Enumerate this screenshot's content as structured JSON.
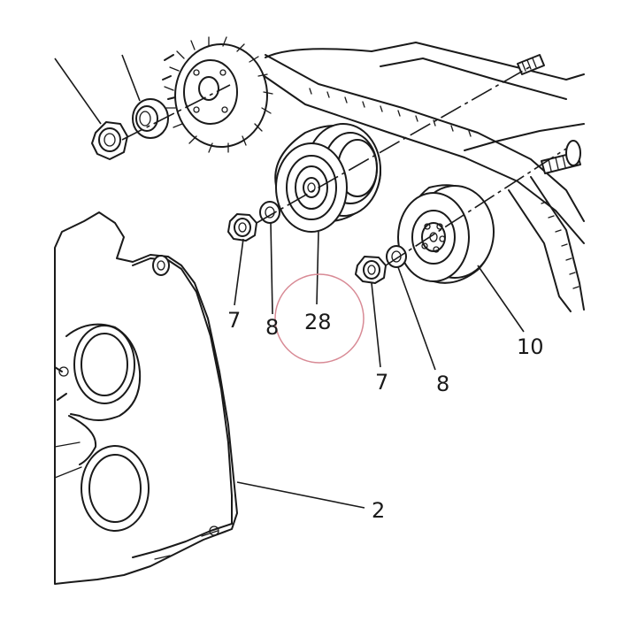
{
  "callouts": [
    {
      "id": "c2",
      "text": "2"
    },
    {
      "id": "c7a",
      "text": "7"
    },
    {
      "id": "c8a",
      "text": "8"
    },
    {
      "id": "c28",
      "text": "28"
    },
    {
      "id": "c7b",
      "text": "7"
    },
    {
      "id": "c8b",
      "text": "8"
    },
    {
      "id": "c10",
      "text": "10"
    }
  ],
  "colors": {
    "line": "#1a1a1a",
    "highlight": "#d88a95",
    "background": "#ffffff"
  }
}
